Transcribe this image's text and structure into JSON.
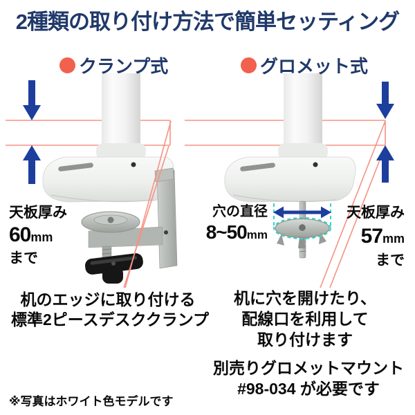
{
  "title": "2種類の取り付け方法で簡単セッティング",
  "colors": {
    "navy": "#20396a",
    "arrow_blue": "#1e3e9e",
    "bullet_red": "#f2604e",
    "wire_red": "#f59282",
    "cyan_dash": "#35d3cc"
  },
  "sections": {
    "clamp": {
      "heading": "クランプ式",
      "thickness": {
        "label": "天板厚み",
        "value": "60",
        "unit": "mm",
        "suffix": "まで"
      },
      "caption_lines": [
        "机のエッジに取り付ける",
        "標準2ピースデスククランプ"
      ]
    },
    "grommet": {
      "heading": "グロメット式",
      "hole": {
        "label": "穴の直径",
        "value": "8~50",
        "unit": "mm"
      },
      "thickness": {
        "label": "天板厚み",
        "value": "57",
        "unit": "mm",
        "suffix": "まで"
      },
      "caption_lines": [
        "机に穴を開けたり、",
        "配線口を利用して",
        "取り付けます"
      ],
      "note_lines": [
        "別売りグロメットマウント",
        "#98-034 が必要です"
      ]
    }
  },
  "footnote": "※写真はホワイト色モデルです"
}
